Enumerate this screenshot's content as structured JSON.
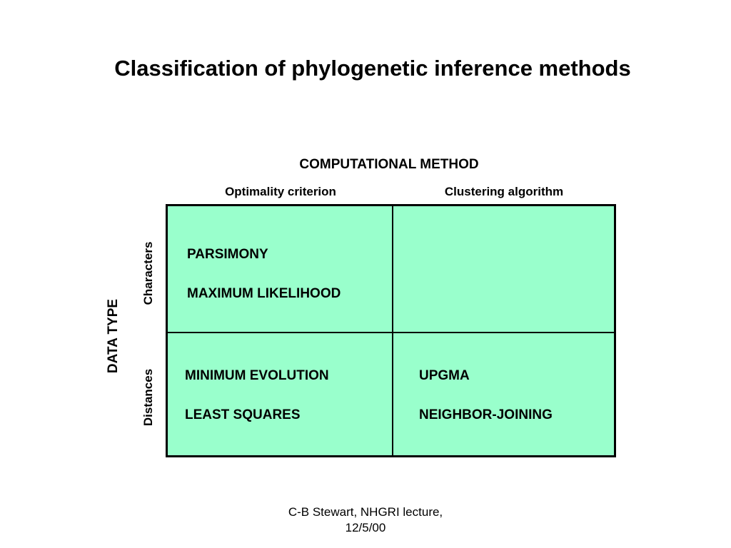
{
  "title": "Classification of phylogenetic inference methods",
  "computational_method_label": "COMPUTATIONAL METHOD",
  "columns": [
    "Optimality criterion",
    "Clustering algorithm"
  ],
  "data_type_label": "DATA TYPE",
  "rows": [
    "Characters",
    "Distances"
  ],
  "cells": {
    "characters_optimality": [
      "PARSIMONY",
      "MAXIMUM LIKELIHOOD"
    ],
    "characters_clustering": [],
    "distances_optimality": [
      "MINIMUM EVOLUTION",
      "LEAST SQUARES"
    ],
    "distances_clustering": [
      "UPGMA",
      "NEIGHBOR-JOINING"
    ]
  },
  "footer": {
    "line1": "C-B Stewart, NHGRI lecture,",
    "line2": "12/5/00"
  },
  "colors": {
    "grid_fill": "#99ffcc",
    "grid_border": "#000000"
  }
}
